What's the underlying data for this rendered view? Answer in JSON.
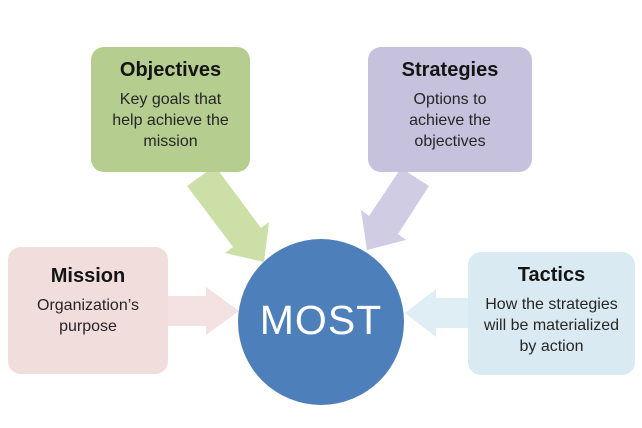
{
  "diagram": {
    "name": "MOST analysis diagram",
    "center": {
      "label": "MOST",
      "fill": "#4d80bb",
      "text_color": "#ffffff"
    },
    "boxes": {
      "objectives": {
        "title": "Objectives",
        "body": "Key goals that\nhelp achieve the\nmission",
        "fill": "#b5cd8e",
        "arrow_fill": "#cbdfa6"
      },
      "strategies": {
        "title": "Strategies",
        "body": "Options to\nachieve the\nobjectives",
        "fill": "#c6c1dc",
        "arrow_fill": "#d0cce3"
      },
      "mission": {
        "title": "Mission",
        "body": "Organization’s\npurpose",
        "fill": "#f1dddc",
        "arrow_fill": "#f3e2e1"
      },
      "tactics": {
        "title": "Tactics",
        "body": "How the strategies\nwill be materialized\nby action",
        "fill": "#daeaf2",
        "arrow_fill": "#dfeef5"
      }
    }
  }
}
